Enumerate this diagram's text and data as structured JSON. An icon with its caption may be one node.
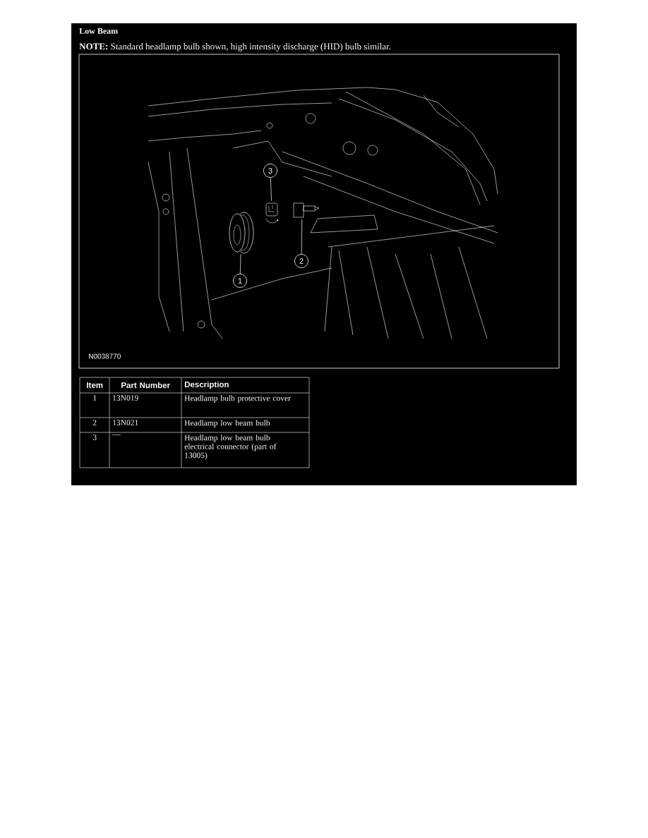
{
  "diagram": {
    "title": "Low Beam",
    "nodes": [
      {
        "text": [
          "1"
        ]
      },
      {
        "text": [],
        "shape": "picture"
      },
      {
        "text": [
          "2"
        ]
      },
      {
        "text": [],
        "shape": "picture"
      },
      {
        "text": [
          "3"
        ]
      },
      {
        "text": [],
        "shape": "picture"
      }
    ],
    "edges": [
      {
        "from": 0,
        "to": 1,
        "arrow": "none"
      },
      {
        "from": 2,
        "to": 3,
        "arrow": "none"
      },
      {
        "from": 4,
        "to": 5,
        "arrow": "none"
      }
    ],
    "labels": [
      "**NOTE:** Standard headlamp bulb shown, high intensity discharge (HID) bulb similar.",
      "N0038770",
      "Item",
      "Part Number",
      "Description",
      "1",
      "13N019",
      "Headlamp bulb protective cover",
      "2",
      "13N021",
      "Headlamp low beam bulb",
      "3",
      "—",
      "Headlamp low beam bulb electrical connector (part of 13005)"
    ]
  }
}
